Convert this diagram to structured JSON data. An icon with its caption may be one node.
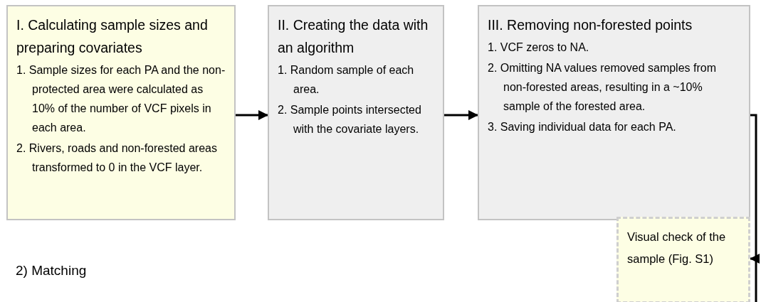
{
  "diagram": {
    "nodes": [
      {
        "text": [
          "I.  Calculating sample sizes and preparing covariates",
          "1. Sample sizes for each PA and the non-protected area were calculated as 10% of the number of VCF pixels in each area.",
          "2. Rivers, roads and non-forested areas transformed to 0 in the VCF layer."
        ]
      },
      {
        "text": [
          "II. Creating the data with an algorithm",
          "1. Random sample of each area.",
          "2. Sample points intersected with the covariate layers."
        ]
      },
      {
        "text": [
          "III. Removing non-forested points",
          "1. VCF zeros to NA.",
          "2. Omitting NA values removed samples from non-forested areas, resulting in a ~10% sample of the forested area.",
          "3. Saving individual data for each PA."
        ]
      },
      {
        "text": [
          "Visual check of the sample (Fig. S1)"
        ]
      }
    ],
    "edges": [
      {
        "from": 0,
        "to": 1,
        "arrow": "to"
      },
      {
        "from": 1,
        "to": 2,
        "arrow": "to"
      },
      {
        "from": 2,
        "to": 3,
        "arrow": "to"
      }
    ],
    "labels": [
      "2) Matching"
    ]
  }
}
